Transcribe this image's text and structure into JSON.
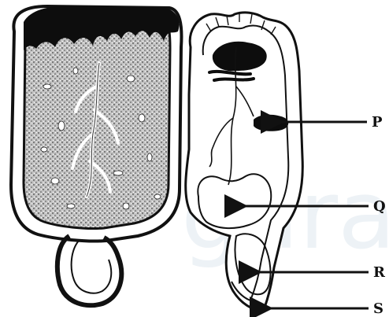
{
  "diagram": {
    "labels": [
      {
        "id": "P",
        "text": "P"
      },
      {
        "id": "Q",
        "text": "Q"
      },
      {
        "id": "R",
        "text": "R"
      },
      {
        "id": "S",
        "text": "S"
      }
    ],
    "watermark": {
      "text": "gara"
    },
    "colors": {
      "ink": "#111111",
      "stipple_fill": "#b9b9b9",
      "dark_mass": "#0d0d0d",
      "watermark": "#dfe8ef"
    }
  }
}
